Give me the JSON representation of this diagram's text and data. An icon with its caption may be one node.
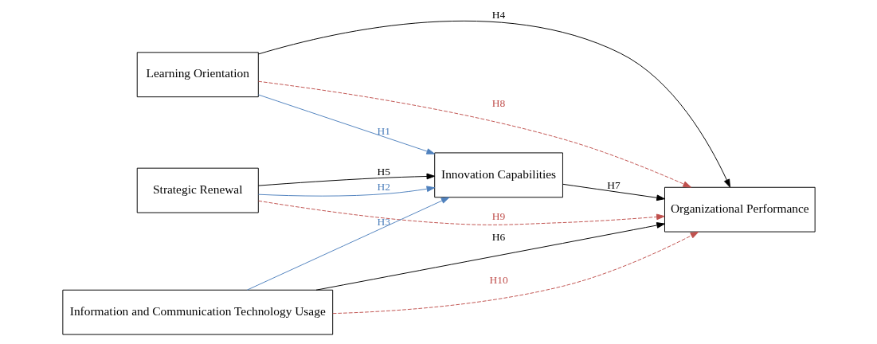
{
  "diagram": {
    "nodes": [
      {
        "text": [
          "Learning Orientation"
        ]
      },
      {
        "text": [
          "Strategic Renewal"
        ]
      },
      {
        "text": [
          "Information and Communication Technology Usage"
        ]
      },
      {
        "text": [
          "Innovation Capabilities"
        ]
      },
      {
        "text": [
          "Organizational Performance"
        ]
      }
    ],
    "edges": [
      {
        "from": 0,
        "to": 3,
        "arrow": "to",
        "label": "H1",
        "color": "#4f81bd"
      },
      {
        "from": 1,
        "to": 3,
        "arrow": "to",
        "label": "H2",
        "color": "#4f81bd"
      },
      {
        "from": 2,
        "to": 3,
        "arrow": "to",
        "label": "H3",
        "color": "#4f81bd"
      },
      {
        "from": 0,
        "to": 4,
        "arrow": "to",
        "label": "H4"
      },
      {
        "from": 1,
        "to": 3,
        "arrow": "to",
        "label": "H5"
      },
      {
        "from": 2,
        "to": 4,
        "arrow": "to",
        "label": "H6"
      },
      {
        "from": 3,
        "to": 4,
        "arrow": "to",
        "label": "H7"
      },
      {
        "from": 0,
        "to": 4,
        "arrow": "to",
        "label": "H8",
        "style": "dashed",
        "color": "#c0504d"
      },
      {
        "from": 1,
        "to": 4,
        "arrow": "to",
        "label": "H9",
        "style": "dashed",
        "color": "#c0504d"
      },
      {
        "from": 2,
        "to": 4,
        "arrow": "to",
        "label": "H10",
        "style": "dashed",
        "color": "#c0504d"
      }
    ]
  }
}
